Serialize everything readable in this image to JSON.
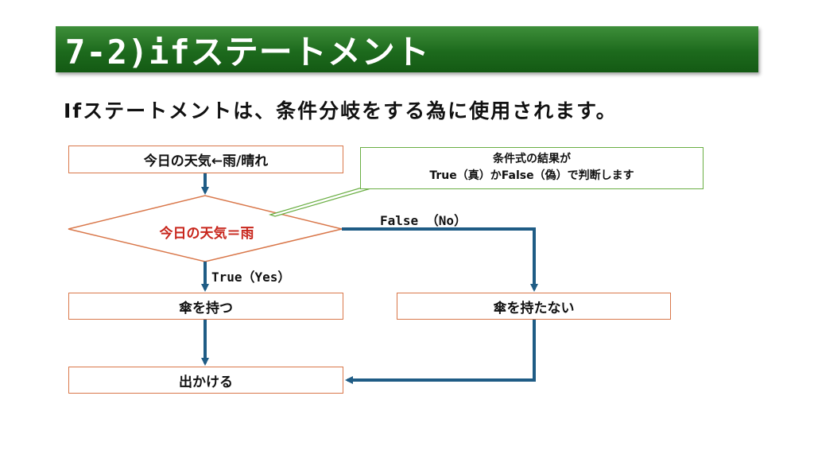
{
  "title": "7-2)ifステートメント",
  "subtitle": "Ifステートメントは、条件分岐をする為に使用されます。",
  "flow": {
    "start_box": "今日の天気←雨/晴れ",
    "decision": "今日の天気＝雨",
    "true_label": "True（Yes）",
    "false_label": "False （No）",
    "true_box": "傘を持つ",
    "false_box": "傘を持たない",
    "end_box": "出かける"
  },
  "callout": {
    "line1": "条件式の結果が",
    "line2": "True（真）かFalse（偽）で判断します"
  },
  "colors": {
    "title_bg": "#1d6a1d",
    "arrow": "#1f5c85",
    "box_border": "#d9774a",
    "decision_text": "#c8261c",
    "callout_border": "#6aae43"
  }
}
